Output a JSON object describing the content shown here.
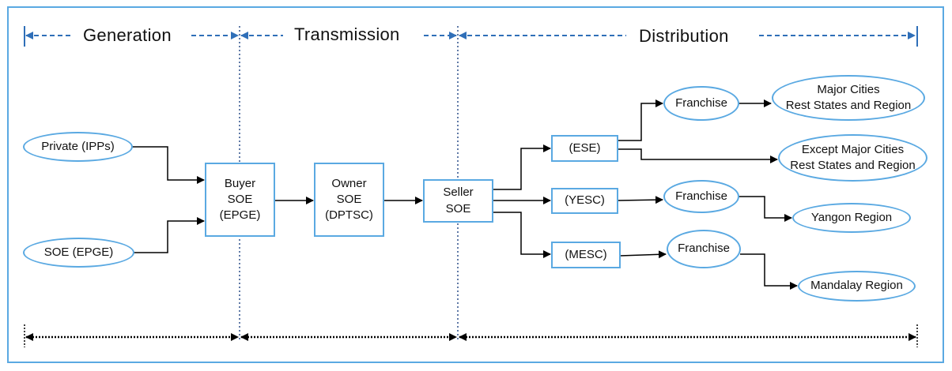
{
  "headers": {
    "generation": "Generation",
    "transmission": "Transmission",
    "distribution": "Distribution"
  },
  "nodes": {
    "private_ipps": "Private (IPPs)",
    "soe_epge": "SOE (EPGE)",
    "buyer": [
      "Buyer",
      "SOE",
      "(EPGE)"
    ],
    "owner": [
      "Owner",
      "SOE",
      "(DPTSC)"
    ],
    "seller": [
      "Seller",
      "SOE"
    ],
    "ese": "(ESE)",
    "yesc": "(YESC)",
    "mesc": "(MESC)",
    "franchise_ese": "Franchise",
    "franchise_yesc": "Franchise",
    "franchise_mesc": "Franchise",
    "major_cities": [
      "Major Cities",
      "Rest States and Region"
    ],
    "except_major_cities": [
      "Except Major Cities",
      "Rest States and Region"
    ],
    "yangon_region": "Yangon Region",
    "mandalay_region": "Mandalay Region"
  },
  "colors": {
    "accent": "#5aa9e2",
    "header_arrow": "#2f6fb8",
    "divider": "#2b4f8a",
    "line": "#000000"
  }
}
